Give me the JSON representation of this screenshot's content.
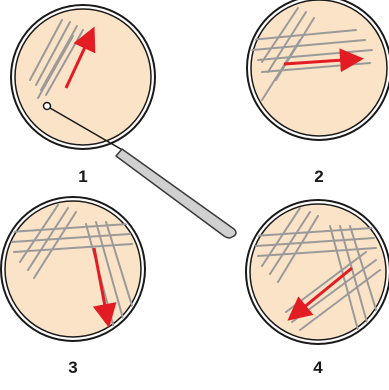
{
  "figure": {
    "plates": [
      {
        "number": "1"
      },
      {
        "number": "2"
      },
      {
        "number": "3"
      },
      {
        "number": "4"
      }
    ],
    "colors": {
      "agar": "#fbe3c8",
      "plate_rim": "#1a1a1a",
      "streak": "#9a9a9a",
      "arrow": "#e31b23",
      "loop_handle": "#3a3a3a"
    }
  }
}
